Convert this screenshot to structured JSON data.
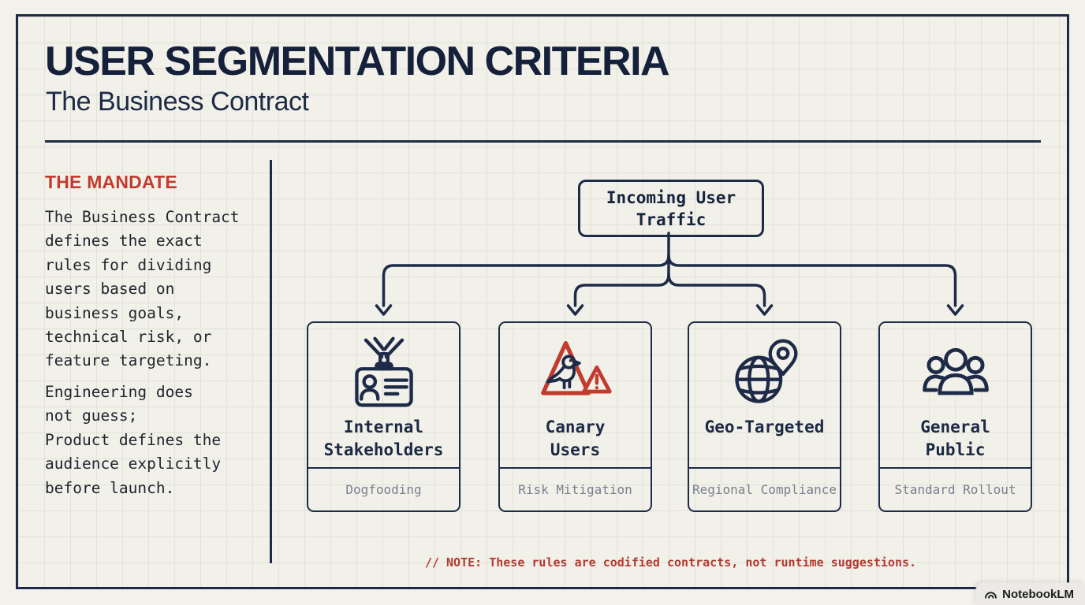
{
  "header": {
    "title": "USER SEGMENTATION CRITERIA",
    "subtitle": "The Business Contract"
  },
  "sidebar": {
    "heading": "THE MANDATE",
    "paragraph1": "The Business Contract\ndefines the exact\nrules for dividing\nusers based on\nbusiness goals,\ntechnical risk, or\nfeature targeting.",
    "paragraph2": "Engineering does\nnot guess;\nProduct defines the\naudience explicitly\nbefore launch."
  },
  "flowchart": {
    "root": {
      "label": "Incoming User\nTraffic"
    },
    "cards": [
      {
        "icon": "id-badge-icon",
        "title": "Internal\nStakeholders",
        "tag": "Dogfooding"
      },
      {
        "icon": "canary-warning-icon",
        "title": "Canary\nUsers",
        "tag": "Risk Mitigation"
      },
      {
        "icon": "globe-pin-icon",
        "title": "Geo-Targeted",
        "tag": "Regional Compliance"
      },
      {
        "icon": "people-group-icon",
        "title": "General\nPublic",
        "tag": "Standard Rollout"
      }
    ]
  },
  "footer": {
    "note": "// NOTE: These rules are codified contracts, not runtime suggestions."
  },
  "watermark": {
    "label": "NotebookLM"
  },
  "colors": {
    "navy": "#1e2b48",
    "red": "#c33b2f",
    "background": "#f1f0e9",
    "grid_line": "#e3e2d8",
    "muted_gray": "#79818f",
    "note_red": "#b23b31"
  }
}
